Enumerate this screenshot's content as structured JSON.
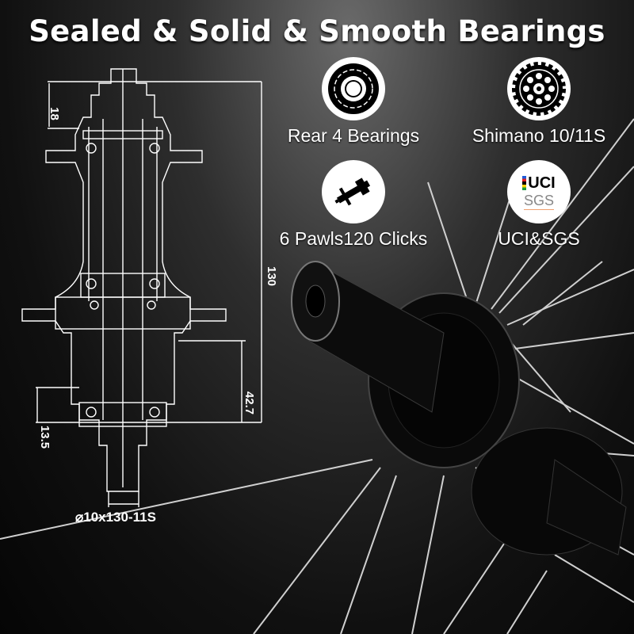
{
  "title": "Sealed & Solid & Smooth Bearings",
  "features": [
    {
      "label": "Rear 4 Bearings",
      "icon": "bearing-icon"
    },
    {
      "label": "Shimano 10/11S",
      "icon": "cog-icon"
    },
    {
      "label": "6 Pawls120 Clicks",
      "icon": "hub-icon"
    },
    {
      "label": "UCI&SGS",
      "icon": "uci-sgs-logo",
      "logo_text": [
        "UCI",
        "SGS"
      ]
    }
  ],
  "drawing": {
    "dimensions": {
      "top_offset": "18",
      "overall_width": "130",
      "flange_to_end": "42.7",
      "bearing_offset": "13.5"
    },
    "spec": "⌀10x130-11S"
  },
  "colors": {
    "background": "#111111",
    "text": "#ffffff",
    "hub": "#0a0a0a"
  }
}
